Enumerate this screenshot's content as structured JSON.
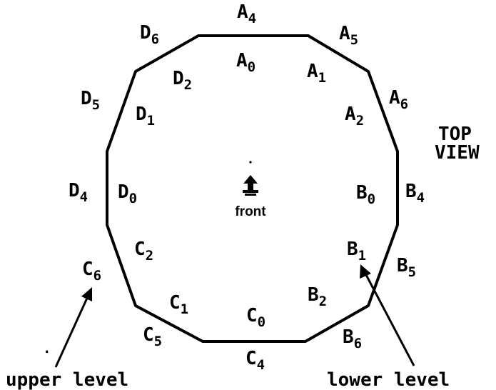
{
  "view_title_line1": "TOP",
  "view_title_line2": "VIEW",
  "front_label": "front",
  "upper_level_label": "upper level",
  "lower_level_label": "lower level",
  "positions": {
    "A4": {
      "letter": "A",
      "sub": "4"
    },
    "A5": {
      "letter": "A",
      "sub": "5"
    },
    "A6": {
      "letter": "A",
      "sub": "6"
    },
    "A0": {
      "letter": "A",
      "sub": "0"
    },
    "A1": {
      "letter": "A",
      "sub": "1"
    },
    "A2": {
      "letter": "A",
      "sub": "2"
    },
    "B0": {
      "letter": "B",
      "sub": "0"
    },
    "B1": {
      "letter": "B",
      "sub": "1"
    },
    "B2": {
      "letter": "B",
      "sub": "2"
    },
    "B4": {
      "letter": "B",
      "sub": "4"
    },
    "B5": {
      "letter": "B",
      "sub": "5"
    },
    "B6": {
      "letter": "B",
      "sub": "6"
    },
    "C0": {
      "letter": "C",
      "sub": "0"
    },
    "C1": {
      "letter": "C",
      "sub": "1"
    },
    "C2": {
      "letter": "C",
      "sub": "2"
    },
    "C4": {
      "letter": "C",
      "sub": "4"
    },
    "C5": {
      "letter": "C",
      "sub": "5"
    },
    "C6": {
      "letter": "C",
      "sub": "6"
    },
    "D0": {
      "letter": "D",
      "sub": "0"
    },
    "D1": {
      "letter": "D",
      "sub": "1"
    },
    "D2": {
      "letter": "D",
      "sub": "2"
    },
    "D4": {
      "letter": "D",
      "sub": "4"
    },
    "D5": {
      "letter": "D",
      "sub": "5"
    },
    "D6": {
      "letter": "D",
      "sub": "6"
    }
  }
}
